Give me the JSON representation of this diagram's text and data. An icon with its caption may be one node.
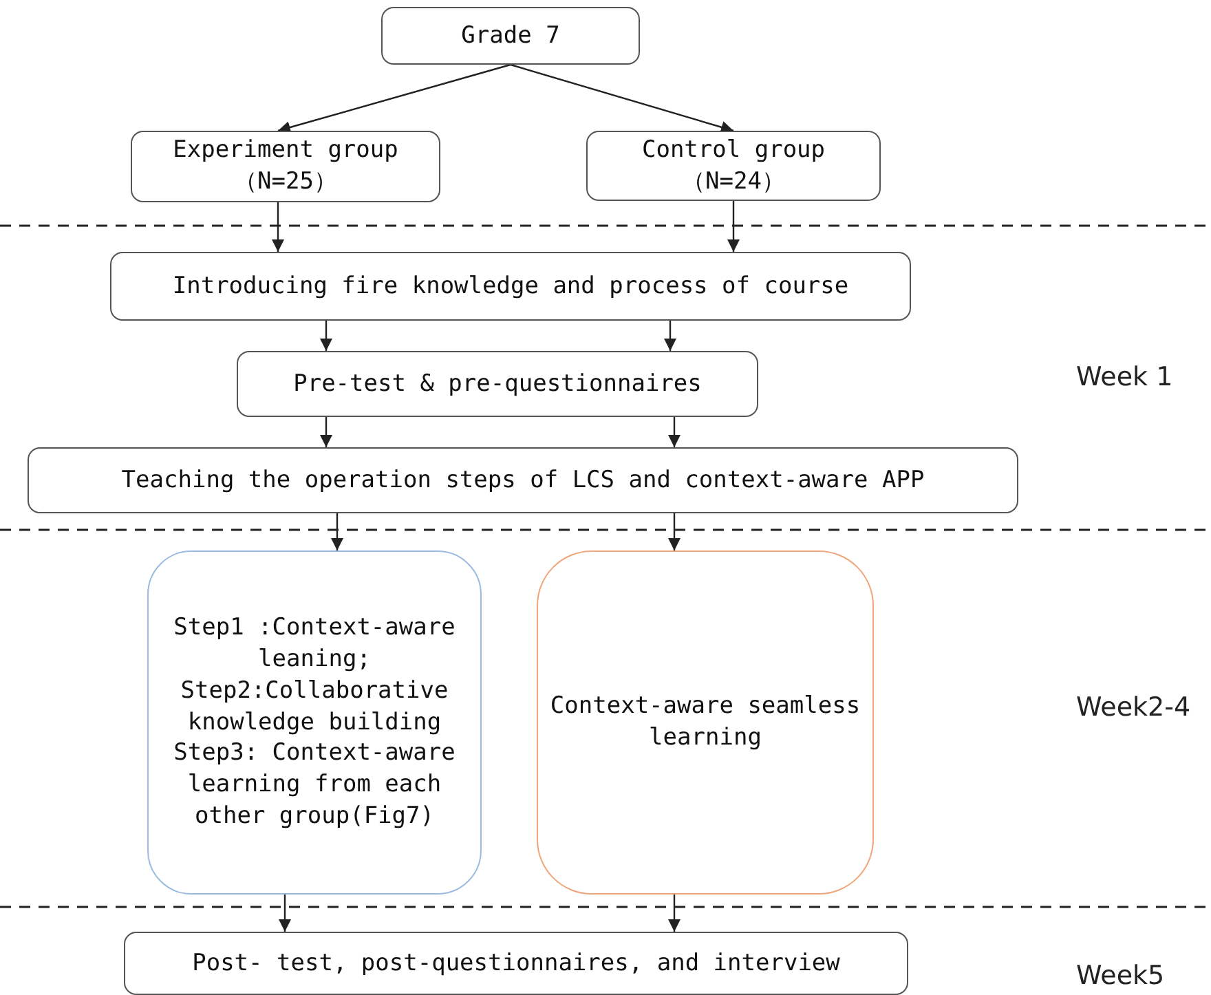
{
  "diagram": {
    "nodes": [
      {
        "text": [
          "Grade 7"
        ]
      },
      {
        "text": [
          "Experiment group （N=25）"
        ]
      },
      {
        "text": [
          "Control group （N=24）"
        ]
      },
      {
        "text": [
          "Introducing fire knowledge and process of course"
        ]
      },
      {
        "text": [
          "Pre-test & pre-questionnaires"
        ]
      },
      {
        "text": [
          "Teaching the operation steps of LCS and context-aware APP"
        ]
      },
      {
        "text": [
          "Step1 :Context-aware leaning;",
          "Step2:Collaborative knowledge building",
          "Step3: Context-aware learning from each other group(Fig7)"
        ]
      },
      {
        "text": [
          "Context-aware seamless learning"
        ]
      },
      {
        "text": [
          "Post- test, post-questionnaires, and interview"
        ]
      }
    ],
    "edges": [
      {
        "from": 0,
        "to": 1,
        "arrow": "to"
      },
      {
        "from": 0,
        "to": 2,
        "arrow": "to"
      },
      {
        "from": 1,
        "to": 3,
        "arrow": "to"
      },
      {
        "from": 2,
        "to": 3,
        "arrow": "to"
      },
      {
        "from": 3,
        "to": 4,
        "arrow": "to"
      },
      {
        "from": 3,
        "to": 4,
        "arrow": "to"
      },
      {
        "from": 4,
        "to": 5,
        "arrow": "to"
      },
      {
        "from": 4,
        "to": 5,
        "arrow": "to"
      },
      {
        "from": 5,
        "to": 6,
        "arrow": "to"
      },
      {
        "from": 5,
        "to": 7,
        "arrow": "to"
      },
      {
        "from": 6,
        "to": 8,
        "arrow": "to"
      },
      {
        "from": 7,
        "to": 8,
        "arrow": "to"
      }
    ],
    "labels": [
      "Week 1",
      "Week2-4",
      "Week5"
    ]
  }
}
